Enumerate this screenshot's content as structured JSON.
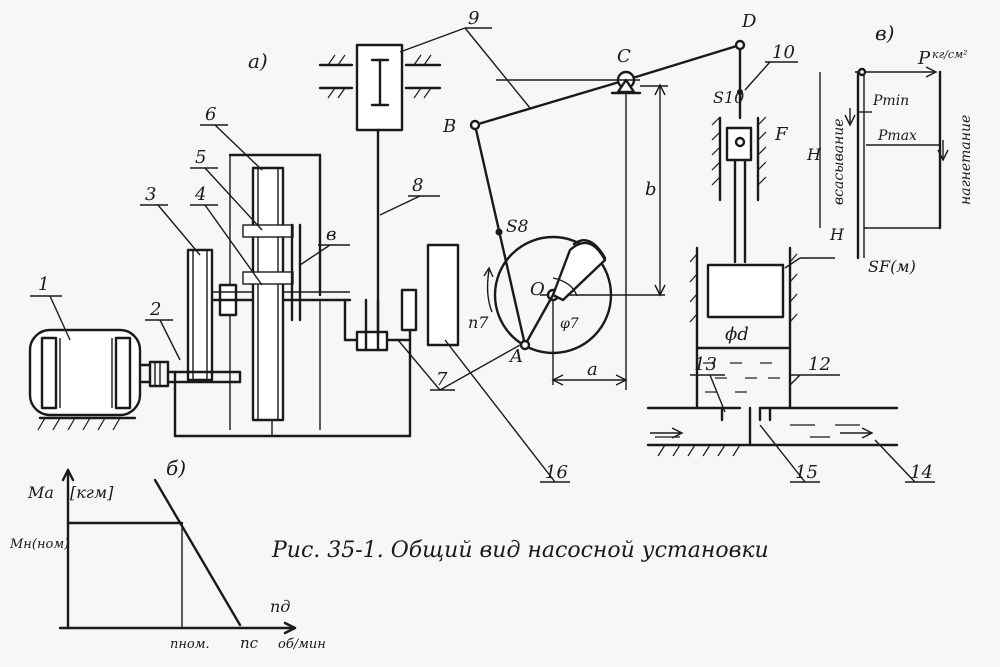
{
  "caption": "Рис. 35-1. Общий вид насосной установки",
  "sections": {
    "a": "а)",
    "b": "б)",
    "v": "в)"
  },
  "callouts": {
    "n1": "1",
    "n2": "2",
    "n3": "3",
    "n4": "4",
    "n5": "5",
    "n6": "6",
    "n7": "7",
    "n8": "8",
    "n9": "9",
    "n10": "10",
    "n12": "12",
    "n13": "13",
    "n14": "14",
    "n15": "15",
    "n16": "16",
    "lb": "в"
  },
  "mechanism": {
    "A": "A",
    "B": "B",
    "C": "C",
    "D": "D",
    "F": "F",
    "O": "O",
    "S8": "S8",
    "S10": "S10",
    "a": "a",
    "b": "b",
    "phi": "φ7",
    "n7": "n7",
    "d": "ϕd"
  },
  "indicator": {
    "p_axis": "P",
    "p_unit": "кг/см²",
    "pmin": "Pmin",
    "pmax": "Pmax",
    "H_top": "H",
    "H_bottom": "H",
    "suction": "всасывание",
    "discharge": "нагнетание",
    "sf": "SF(м)"
  },
  "motor_char": {
    "ylabel": "Mа",
    "yunit": "[кгм]",
    "ytick": "Mн(ном)",
    "xlabel": "nд",
    "xunit": "об/мин",
    "x_nom": "nном.",
    "x_c": "nс"
  }
}
